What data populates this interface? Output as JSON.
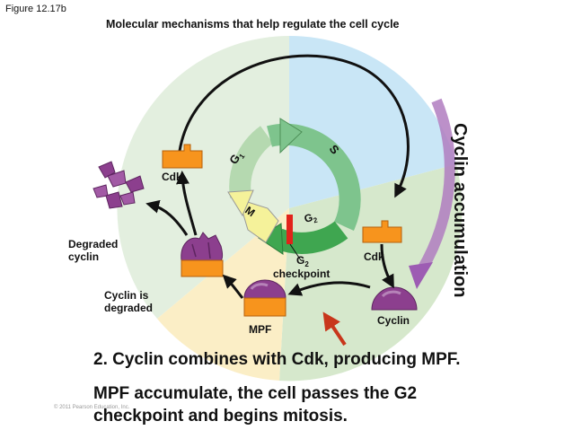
{
  "figure_label": "Figure 12.17b",
  "title": "Molecular mechanisms that help regulate the cell cycle",
  "phases": {
    "g1": "G",
    "g1_sub": "1",
    "s": "S",
    "g2": "G",
    "g2_sub": "2",
    "m": "M"
  },
  "labels": {
    "cdk_top": "Cdk",
    "cdk_right": "Cdk",
    "degraded_cyclin_1": "Degraded",
    "degraded_cyclin_2": "cyclin",
    "cyclin_is_1": "Cyclin is",
    "cyclin_is_2": "degraded",
    "g2_checkpoint_g": "G",
    "g2_checkpoint_sub": "2",
    "g2_checkpoint_word": "checkpoint",
    "cyclin": "Cyclin",
    "mpf": "MPF"
  },
  "side_label": "Cyclin accumulation",
  "caption_line1": "2. Cyclin combines with Cdk, producing MPF.",
  "caption_line2a": "MPF accumulate, the cell passes the G2",
  "caption_line2b": "checkpoint and begins mitosis.",
  "copyright": "© 2011 Pearson Education, Inc.",
  "colors": {
    "g1_sector": "#e3efdf",
    "s_sector": "#c9e6f6",
    "g2_sector": "#d6e8cc",
    "m_sector": "#fbeec6",
    "cdk_orange": "#f7941d",
    "cyclin_purple": "#8c3f8e",
    "checkpoint_red": "#e2231a",
    "accumulation_arrow": "#b07cc0"
  }
}
